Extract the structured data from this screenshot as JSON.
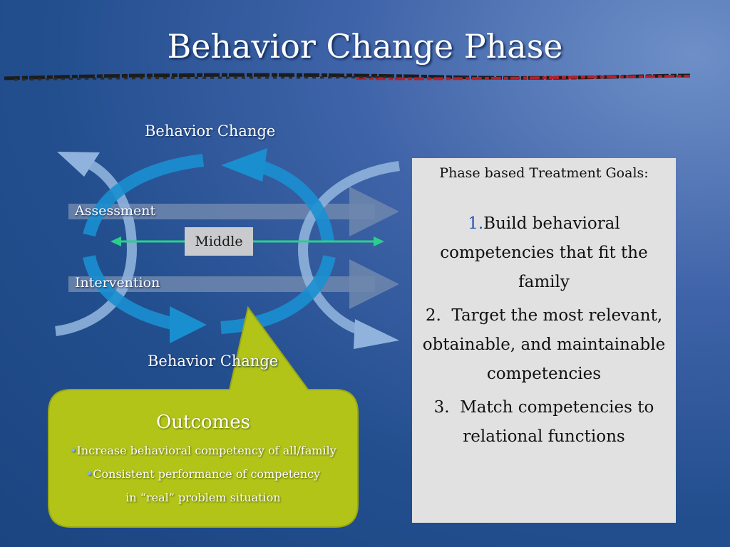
{
  "slide": {
    "title": "Behavior Change Phase"
  },
  "diagram": {
    "top_label": "Behavior Change",
    "bottom_label": "Behavior Change",
    "bar_labels": [
      "Assessment",
      "Intervention"
    ],
    "middle_label": "Middle"
  },
  "outcomes": {
    "title": "Outcomes",
    "items": [
      "Increase behavioral competency of all/family",
      "Consistent performance of competency",
      "in “real” problem situation"
    ]
  },
  "goals": {
    "heading": "Phase based Treatment Goals:",
    "items": [
      {
        "num": "1.",
        "text": "Build behavioral competencies that fit the family"
      },
      {
        "num": "2.",
        "text": "Target the most relevant, obtainable, and maintainable competencies"
      },
      {
        "num": "3.",
        "text": "Match competencies to relational functions"
      }
    ]
  },
  "colors": {
    "arrow_cyan": "#1a8fd0",
    "arrow_pale": "#8fb3dc",
    "bar": "#6f87ad",
    "green_line": "#2ad08a",
    "outcome_fill": "#b2c418",
    "goal_number": "#2557b4"
  }
}
